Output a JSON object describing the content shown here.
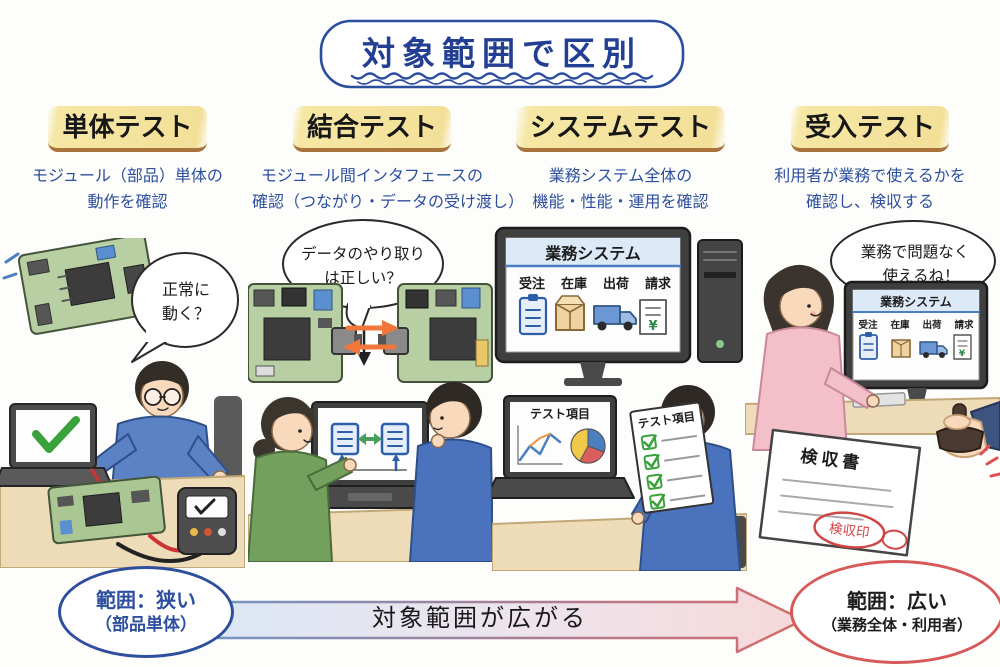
{
  "title": "対象範囲で区別",
  "columns": [
    {
      "title": "単体テスト",
      "desc1": "モジュール（部品）単体の",
      "desc2": "動作を確認",
      "bubble1": "正常に",
      "bubble2": "動く？"
    },
    {
      "title": "結合テスト",
      "desc1": "モジュール間インタフェースの",
      "desc2": "確認（つながり・データの受け渡し）",
      "bubble1": "データのやり取り",
      "bubble2": "は正しい？"
    },
    {
      "title": "システムテスト",
      "desc1": "業務システム全体の",
      "desc2": "機能・性能・運用を確認",
      "screen_title": "業務システム",
      "menu": [
        "受注",
        "在庫",
        "出荷",
        "請求"
      ],
      "laptop_screen_title": "テスト項目",
      "checklist_title": "テスト項目"
    },
    {
      "title": "受入テスト",
      "desc1": "利用者が業務で使えるかを",
      "desc2": "確認し、検収する",
      "bubble1": "業務で問題なく",
      "bubble2": "使えるね！",
      "screen_title": "業務システム",
      "menu": [
        "受注",
        "在庫",
        "出荷",
        "請求"
      ],
      "doc_title": "検収書",
      "stamp_label": "検収印"
    }
  ],
  "footer": {
    "left_scope_line1": "範囲：狭い",
    "left_scope_line2": "（部品単体）",
    "arrow_label": "対象範囲が広がる",
    "right_scope_line1": "範囲：広い",
    "right_scope_line2": "（業務全体・利用者）"
  },
  "colors": {
    "title_blue": "#223f93",
    "desc_blue": "#2d4f9e",
    "highlight_yellow": "#f6e7a5",
    "highlight_underline": "#a9743c",
    "board_green": "#b7cfa2",
    "data_arrow_orange": "#f3763a",
    "check_green": "#3aa23b",
    "stamp_red": "#d04545",
    "scope_left_blue": "#2d4f9e",
    "scope_right_red": "#d65a5a"
  }
}
